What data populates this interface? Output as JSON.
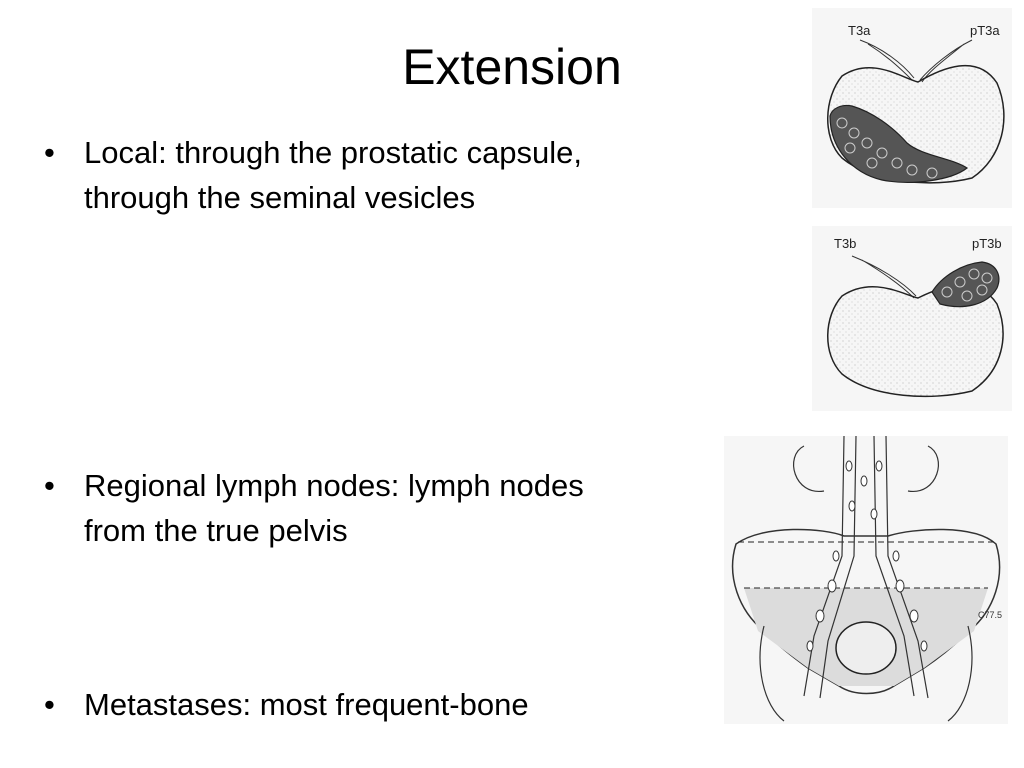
{
  "slide": {
    "title": "Extension",
    "bullets": [
      {
        "line1": "Local: through the prostatic capsule,",
        "line2": "through the seminal vesicles"
      },
      {
        "line1": "Regional lymph nodes: lymph nodes",
        "line2": "from the true pelvis"
      },
      {
        "line1": "Metastases: most frequent-bone"
      }
    ],
    "bullet_glyph": "•"
  },
  "figures": {
    "t3a": {
      "left_label": "T3a",
      "right_label": "pT3a"
    },
    "t3b": {
      "left_label": "T3b",
      "right_label": "pT3b"
    },
    "pelvis": {
      "code": "C77.5"
    }
  }
}
